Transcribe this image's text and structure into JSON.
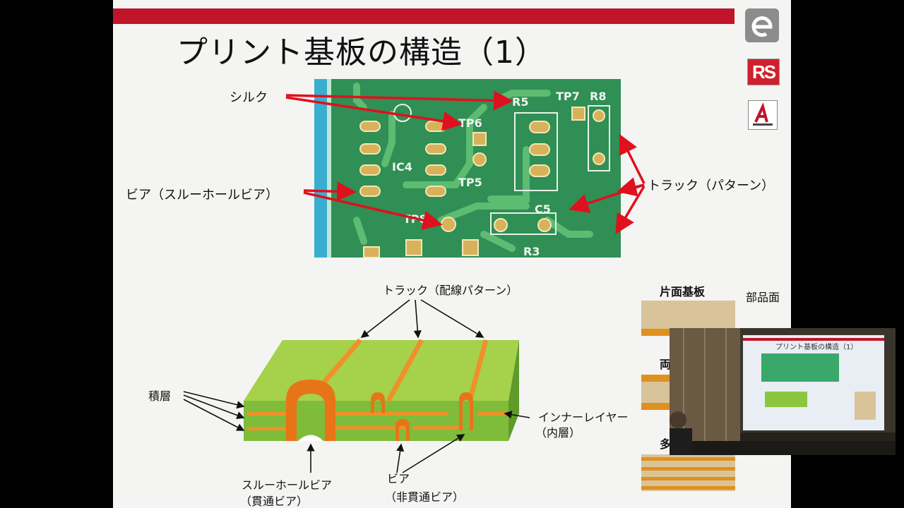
{
  "slide": {
    "title": "プリント基板の構造（1）",
    "photo_labels": {
      "silk": "シルク",
      "via": "ビア（スルーホールビア）",
      "track": "トラック（パターン）"
    },
    "silk_markings": [
      "R5",
      "TP7",
      "R8",
      "TP6",
      "IC4",
      "TP5",
      "C5",
      "R3",
      "TP8"
    ],
    "diagram_labels": {
      "track": "トラック（配線パターン）",
      "lamination": "積層",
      "inner_layer_1": "インナーレイヤー",
      "inner_layer_2": "（内層）",
      "through_via_1": "スルーホールビア",
      "through_via_2": "（貫通ビア）",
      "via_1": "ビア",
      "via_2": "（非貫通ビア）"
    },
    "right_panel": {
      "single_sided": "片面基板",
      "component_side": "部品面",
      "double_partial": "両",
      "multi_partial": "多"
    }
  },
  "video": {
    "inset_slide_title": "プリント基板の構造（1）"
  },
  "colors": {
    "accent_red": "#c0152a",
    "pcb_green": "#2e8b4e",
    "board_green": "#8cc63f",
    "copper_orange": "#e8821e"
  }
}
